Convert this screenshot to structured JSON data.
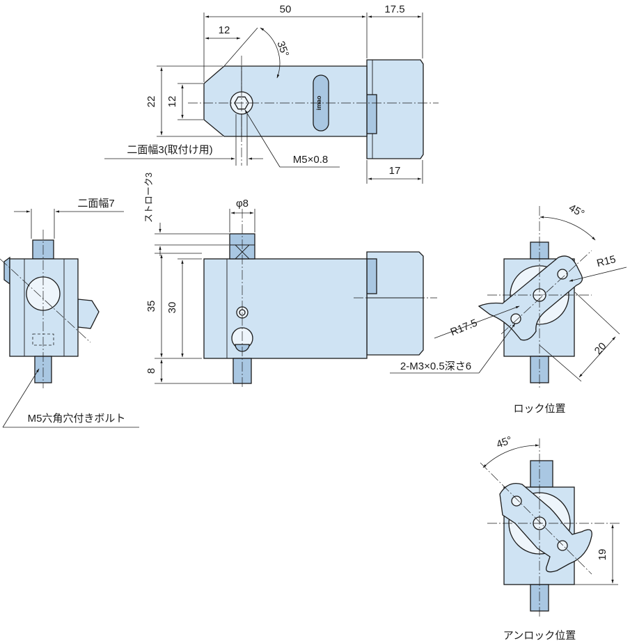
{
  "top_view": {
    "dims": {
      "overall_length": "50",
      "knob_length": "17.5",
      "tip_length": "12",
      "angle": "35°",
      "height_outer": "22",
      "height_inner": "12",
      "knob_width": "17"
    },
    "callouts": {
      "flats_mount": "二面幅3(取付け用)",
      "thread": "M5×0.8"
    },
    "logo": "imao"
  },
  "front_view": {
    "dims": {
      "stroke": "ストローク3",
      "diameter": "φ8",
      "height_outer": "35",
      "height_inner": "30",
      "shaft": "8"
    }
  },
  "side_view": {
    "dims": {
      "flats": "二面幅7"
    },
    "callouts": {
      "bolt": "M5六角穴付きボルト"
    }
  },
  "lock_view": {
    "caption": "ロック位置",
    "dims": {
      "angle": "45°",
      "r_small": "R15",
      "r_large": "R17.5",
      "distance": "20"
    },
    "callouts": {
      "tapped_holes": "2-M3×0.5深さ6"
    }
  },
  "unlock_view": {
    "caption": "アンロック位置",
    "dims": {
      "angle": "45°",
      "height": "19"
    }
  },
  "colors": {
    "part_fill": "#cfe3f3",
    "part_shade": "#a9c7e2",
    "line": "#1a1a1a"
  }
}
